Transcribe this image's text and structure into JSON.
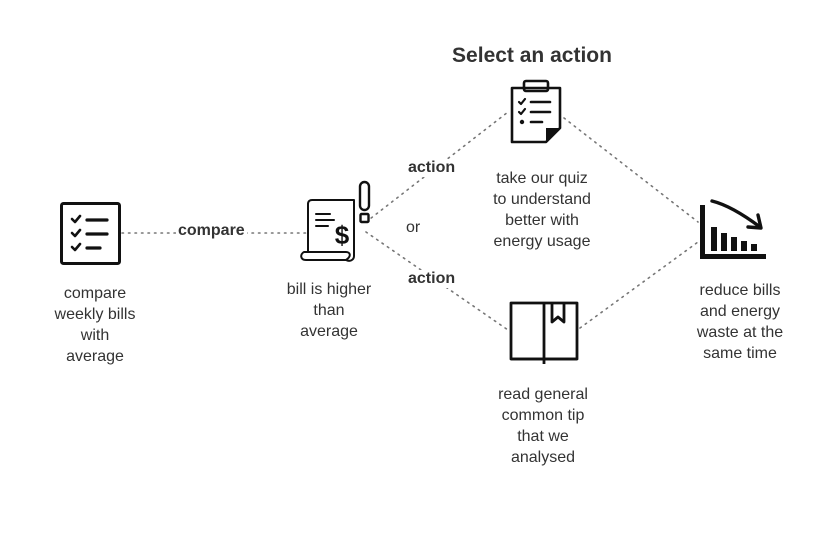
{
  "title": "Select an action",
  "edges": {
    "compare": "compare",
    "action_top": "action",
    "or": "or",
    "action_bottom": "action"
  },
  "nodes": {
    "compare_bills": {
      "line1": "compare",
      "line2": "weekly bills",
      "line3": "with",
      "line4": "average",
      "icon": "checklist-icon"
    },
    "bill_higher": {
      "line1": "bill is higher",
      "line2": "than",
      "line3": "average",
      "icon": "bill-alert-icon"
    },
    "quiz": {
      "line1": "take our quiz",
      "line2": "to understand",
      "line3": "better with",
      "line4": "energy usage",
      "icon": "clipboard-icon"
    },
    "tips": {
      "line1": "read general",
      "line2": "common tip",
      "line3": "that we",
      "line4": "analysed",
      "icon": "book-icon"
    },
    "reduce": {
      "line1": "reduce bills",
      "line2": "and energy",
      "line3": "waste at the",
      "line4": "same time",
      "icon": "declining-chart-icon"
    }
  }
}
